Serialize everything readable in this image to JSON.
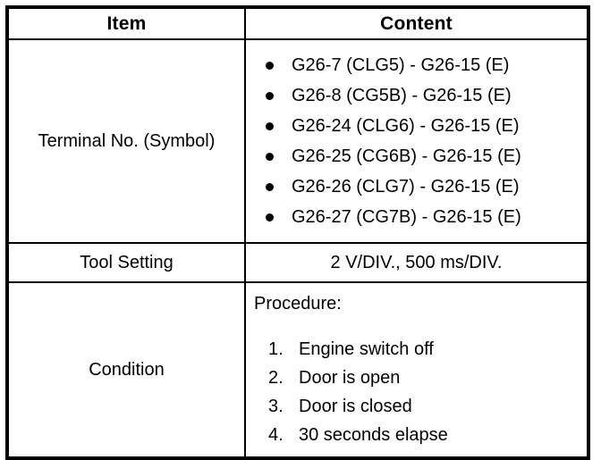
{
  "table": {
    "headers": {
      "item": "Item",
      "content": "Content"
    },
    "rows": [
      {
        "label": "Terminal No. (Symbol)",
        "type": "bullet-list",
        "bullets": [
          "G26-7 (CLG5) - G26-15 (E)",
          "G26-8 (CG5B) - G26-15 (E)",
          "G26-24 (CLG6) - G26-15 (E)",
          "G26-25 (CG6B) - G26-15 (E)",
          "G26-26 (CLG7) - G26-15 (E)",
          "G26-27 (CG7B) - G26-15 (E)"
        ]
      },
      {
        "label": "Tool Setting",
        "type": "text",
        "value": "2 V/DIV., 500 ms/DIV."
      },
      {
        "label": "Condition",
        "type": "procedure",
        "procedure_title": "Procedure:",
        "steps": [
          {
            "num": "1.",
            "text": "Engine switch off"
          },
          {
            "num": "2.",
            "text": "Door is open"
          },
          {
            "num": "3.",
            "text": "Door is closed"
          },
          {
            "num": "4.",
            "text": "30 seconds elapse"
          }
        ]
      }
    ]
  },
  "colors": {
    "border": "#000000",
    "text": "#000000",
    "background": "#ffffff"
  }
}
